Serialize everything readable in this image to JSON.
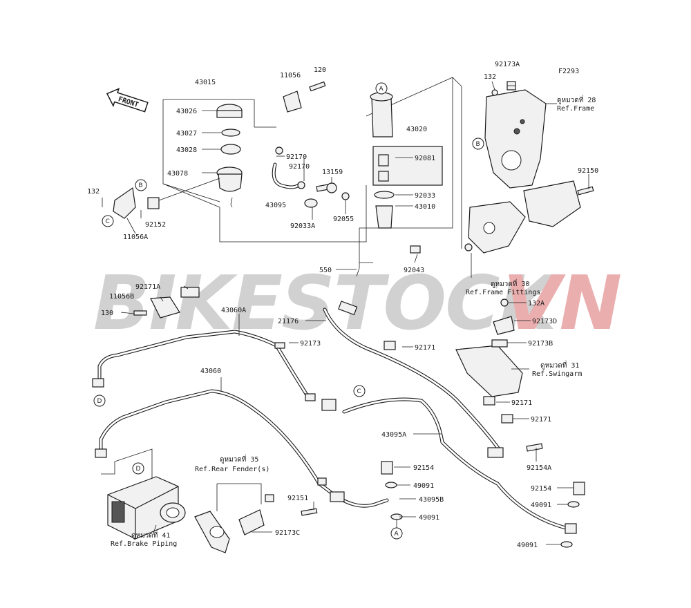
{
  "figure_code": "F2293",
  "watermark": {
    "text_a": "BIKESTOCK",
    "text_b": "VN",
    "color_a": "#c9c9c9",
    "color_b": "#e8a0a0"
  },
  "front_label": "FRONT",
  "parts": {
    "p43015": "43015",
    "p11056": "11056",
    "p120": "120",
    "p43026": "43026",
    "p43027": "43027",
    "p43028": "43028",
    "p43078": "43078",
    "p92170a": "92170",
    "p92170b": "92170",
    "p13159": "13159",
    "p43095": "43095",
    "p92033A": "92033A",
    "p92055": "92055",
    "p132": "132",
    "p92152": "92152",
    "p11056A": "11056A",
    "p43020": "43020",
    "p92081": "92081",
    "p92033": "92033",
    "p43010": "43010",
    "p550": "550",
    "p92043": "92043",
    "p92173A": "92173A",
    "p132b": "132",
    "p92150": "92150",
    "p92171A": "92171A",
    "p11056B": "11056B",
    "p130": "130",
    "p43060A": "43060A",
    "p21176": "21176",
    "p132A": "132A",
    "p92173D": "92173D",
    "p92173": "92173",
    "p92171a": "92171",
    "p92173B": "92173B",
    "p43060": "43060",
    "p92171b": "92171",
    "p92171c": "92171",
    "p43095A": "43095A",
    "p92154A": "92154A",
    "p92154a": "92154",
    "p49091a": "49091",
    "p92151": "92151",
    "p43095B": "43095B",
    "p49091b": "49091",
    "p92154b": "92154",
    "p49091c": "49091",
    "p49091d": "49091",
    "p92173C": "92173C"
  },
  "refs": {
    "r28a": "ดูหมวดที่ 28",
    "r28b": "Ref.Frame",
    "r30a": "ดูหมวดที่ 30",
    "r30b": "Ref.Frame Fittings",
    "r31a": "ดูหมวดที่ 31",
    "r31b": "Ref.Swingarm",
    "r35a": "ดูหมวดที่ 35",
    "r35b": "Ref.Rear Fender(s)",
    "r41a": "ดูหมวดที่ 41",
    "r41b": "Ref.Brake Piping"
  },
  "callouts": {
    "A": "A",
    "B": "B",
    "C": "C",
    "D": "D"
  }
}
